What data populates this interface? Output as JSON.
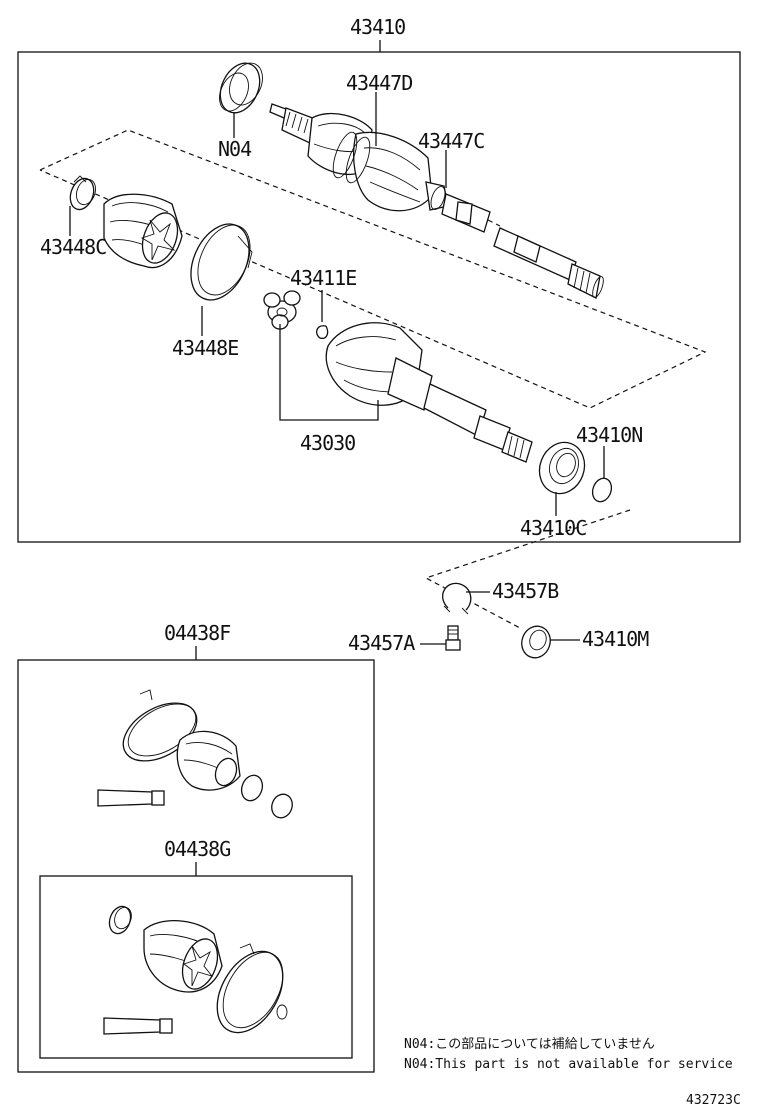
{
  "labels": {
    "assembly": "43410",
    "n04": "N04",
    "boot_outer_kit": "43447D",
    "boot_inner_kit": "43447C",
    "boot_clamp_small": "43448C",
    "boot_clamp_large": "43448E",
    "snap_ring": "43411E",
    "inboard_joint": "43030",
    "dust_seal": "43410N",
    "bearing": "43410C",
    "hole_snap_ring": "43457B",
    "stud": "43457A",
    "bearing_m": "43410M",
    "kit_f": "04438F",
    "kit_g": "04438G"
  },
  "notes": {
    "line1": "N04:この部品については補給していません",
    "line2": "N04:This part is not available for service"
  },
  "figure_id": "432723C"
}
